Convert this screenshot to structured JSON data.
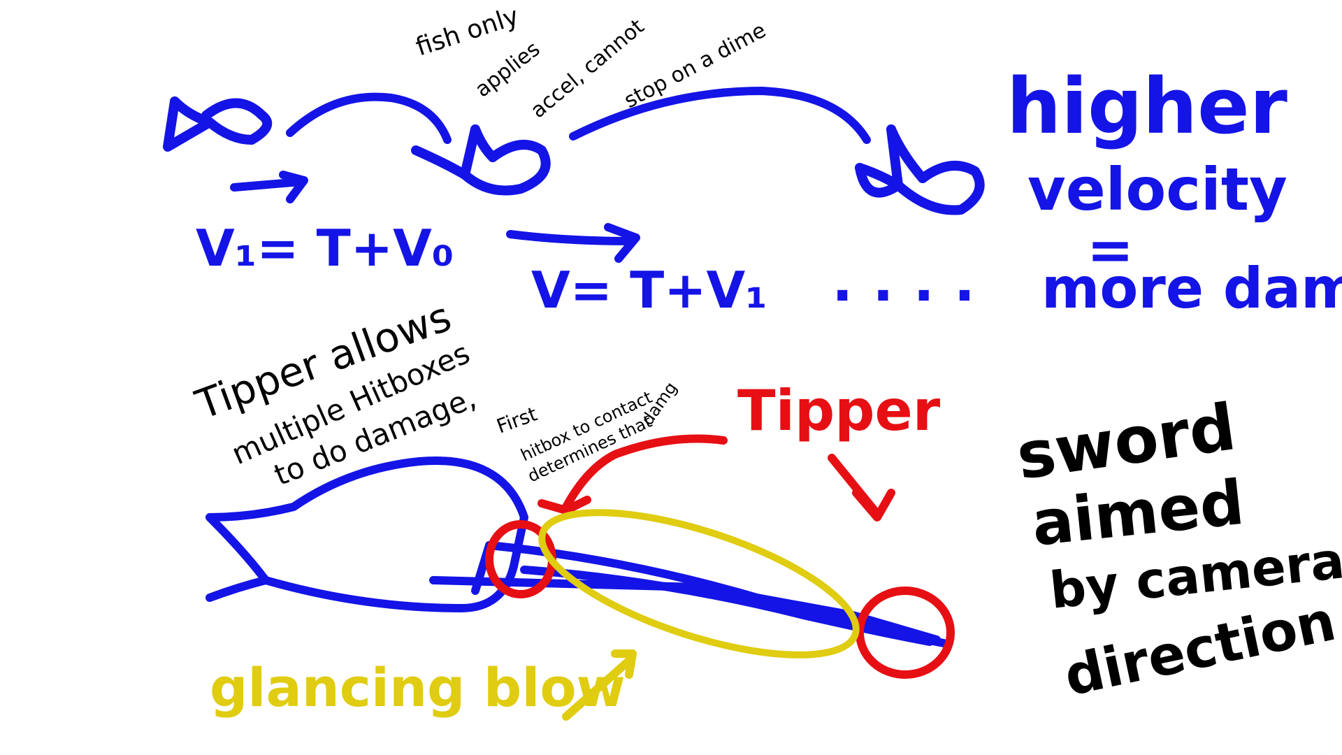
{
  "colors": {
    "blue": "#1414e6",
    "black": "#000000",
    "red": "#e60f14",
    "yellow": "#e0cc10",
    "background": "#ffffff"
  },
  "notes": {
    "fish_only": "fish only",
    "applies_accel_1": "applies",
    "applies_accel_2": "accel, cannot",
    "stop_on_a_dime": "stop on a dime",
    "v1_formula": "V₁= T+V₀",
    "v_formula": "V= T+V₁",
    "ellipsis": ". . . .",
    "higher": "higher",
    "velocity": "velocity",
    "equals": "=",
    "more_damage": "more damg",
    "tipper_allows_1": "Tipper allows",
    "tipper_allows_2": "multiple Hitboxes",
    "tipper_allows_3": "to do damage,",
    "first_hitbox_1": "First",
    "first_hitbox_2": "hitbox to contact",
    "first_hitbox_3": "determines that",
    "first_hitbox_4": "damg",
    "tipper_label": "Tipper",
    "glancing_blow": "glancing blow",
    "sword_1": "sword",
    "sword_2": "aimed",
    "sword_3": "by camera",
    "sword_4": "direction"
  }
}
